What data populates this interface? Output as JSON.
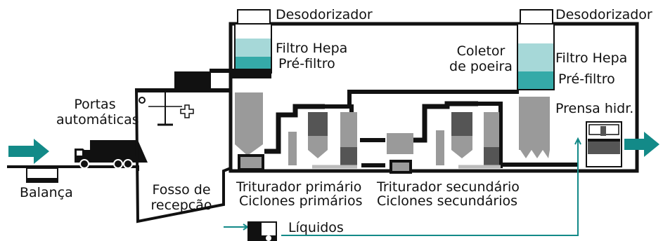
{
  "labels": {
    "deodorizer_left": "Desodorizador",
    "deodorizer_right": "Desodorizador",
    "hepa_left": "Filtro Hepa",
    "prefilter_left": "Pré-filtro",
    "hepa_right": "Filtro Hepa",
    "prefilter_right": "Pré-filtro",
    "dust_collector": [
      "Coletor",
      "de poeira"
    ],
    "automatic_doors": [
      "Portas",
      "automáticas"
    ],
    "press": "Prensa hidr.",
    "scale": "Balança",
    "reception_pit": [
      "Fosso de",
      "recepção"
    ],
    "primary_shredder": "Triturador primário",
    "primary_cyclones": "Ciclones primários",
    "secondary_shredder": "Triturador secundário",
    "secondary_cyclones": "Ciclones secundários",
    "liquids": "Líquidos"
  },
  "colors": {
    "flow_arrow": "#138a88",
    "filter_light": "#a6d8d8",
    "filter_dark": "#35aaa8",
    "machine_gray": "#9a9a9a",
    "machine_dark": "#555555",
    "structure": "#111111"
  }
}
